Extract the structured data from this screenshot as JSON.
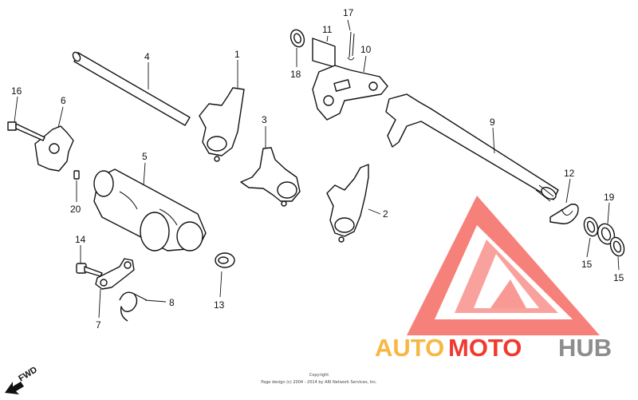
{
  "diagram": {
    "callouts": {
      "c1": "1",
      "c2": "2",
      "c3": "3",
      "c4": "4",
      "c5": "5",
      "c6": "6",
      "c7": "7",
      "c8": "8",
      "c9": "9",
      "c10": "10",
      "c11": "11",
      "c12": "12",
      "c13": "13",
      "c14": "14",
      "c15a": "15",
      "c15b": "15",
      "c16": "16",
      "c17": "17",
      "c18": "18",
      "c19": "19",
      "c20": "20"
    },
    "fwd_label": "FWD",
    "copyright_title": "Copyright",
    "copyright_text": "Page design (c) 2004 - 2014 by ARI Network Services, Inc."
  },
  "watermark": {
    "text_auto": "AUTO",
    "text_moto": "MOTO",
    "text_hub": "HUB",
    "colors": {
      "red": "#f2392f",
      "orange": "#f7b843",
      "gray": "#8d8d8d"
    }
  }
}
